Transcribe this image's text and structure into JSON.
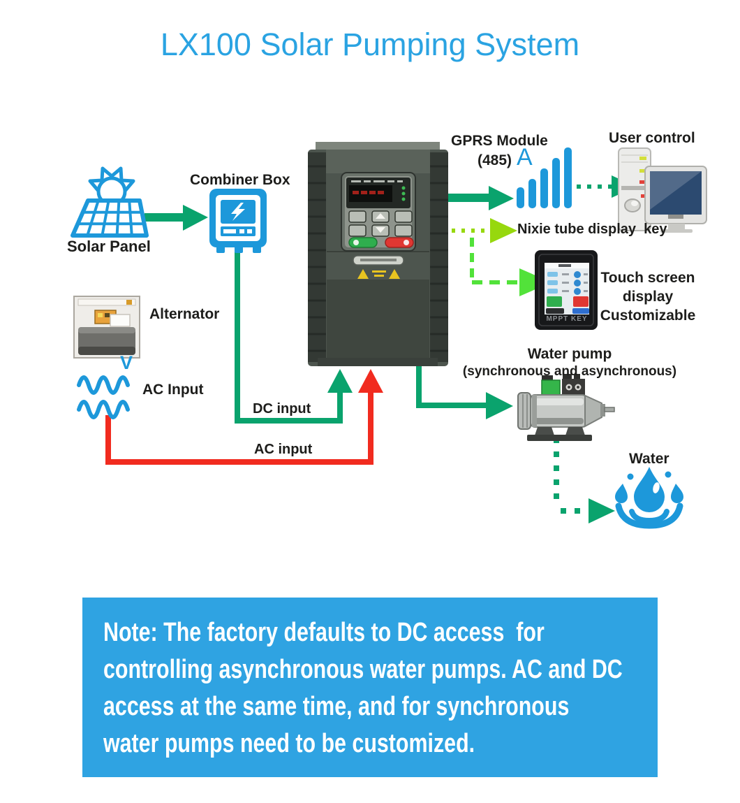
{
  "title": "LX100 Solar Pumping System",
  "labels": {
    "solar_panel": "Solar Panel",
    "combiner_box": "Combiner Box",
    "alternator": "Alternator",
    "ac_input_source": "AC Input",
    "voltage_mark": "V",
    "dc_input": "DC input",
    "ac_input": "AC input",
    "gprs_line1": "GPRS Module",
    "gprs_line2": "(485)",
    "antenna_mark": "A",
    "user_control": "User control",
    "nixie": "Nixie tube display  key",
    "touch_line1": "Touch screen",
    "touch_line2": "display",
    "touch_line3": "Customizable",
    "mppt_key": "MPPT KEY",
    "water_pump_line1": "Water pump",
    "water_pump_line2": "(synchronous and asynchronous)",
    "water": "Water"
  },
  "note": {
    "prefix": "Note:",
    "line1_rest": " The factory defaults to DC access  for",
    "line2": "controlling asynchronous water pumps. AC and DC",
    "line3": "access at the same time, and for synchronous",
    "line4": "water pumps need to be customized."
  },
  "colors": {
    "title_blue": "#2aa3e2",
    "icon_blue": "#1d98da",
    "arrow_green": "#0aa36d",
    "arrow_red": "#f12b1f",
    "lime_green": "#97d80e",
    "bright_green": "#52e23a",
    "note_bg": "#2fa3e2",
    "label_black": "#1d1d1b"
  }
}
